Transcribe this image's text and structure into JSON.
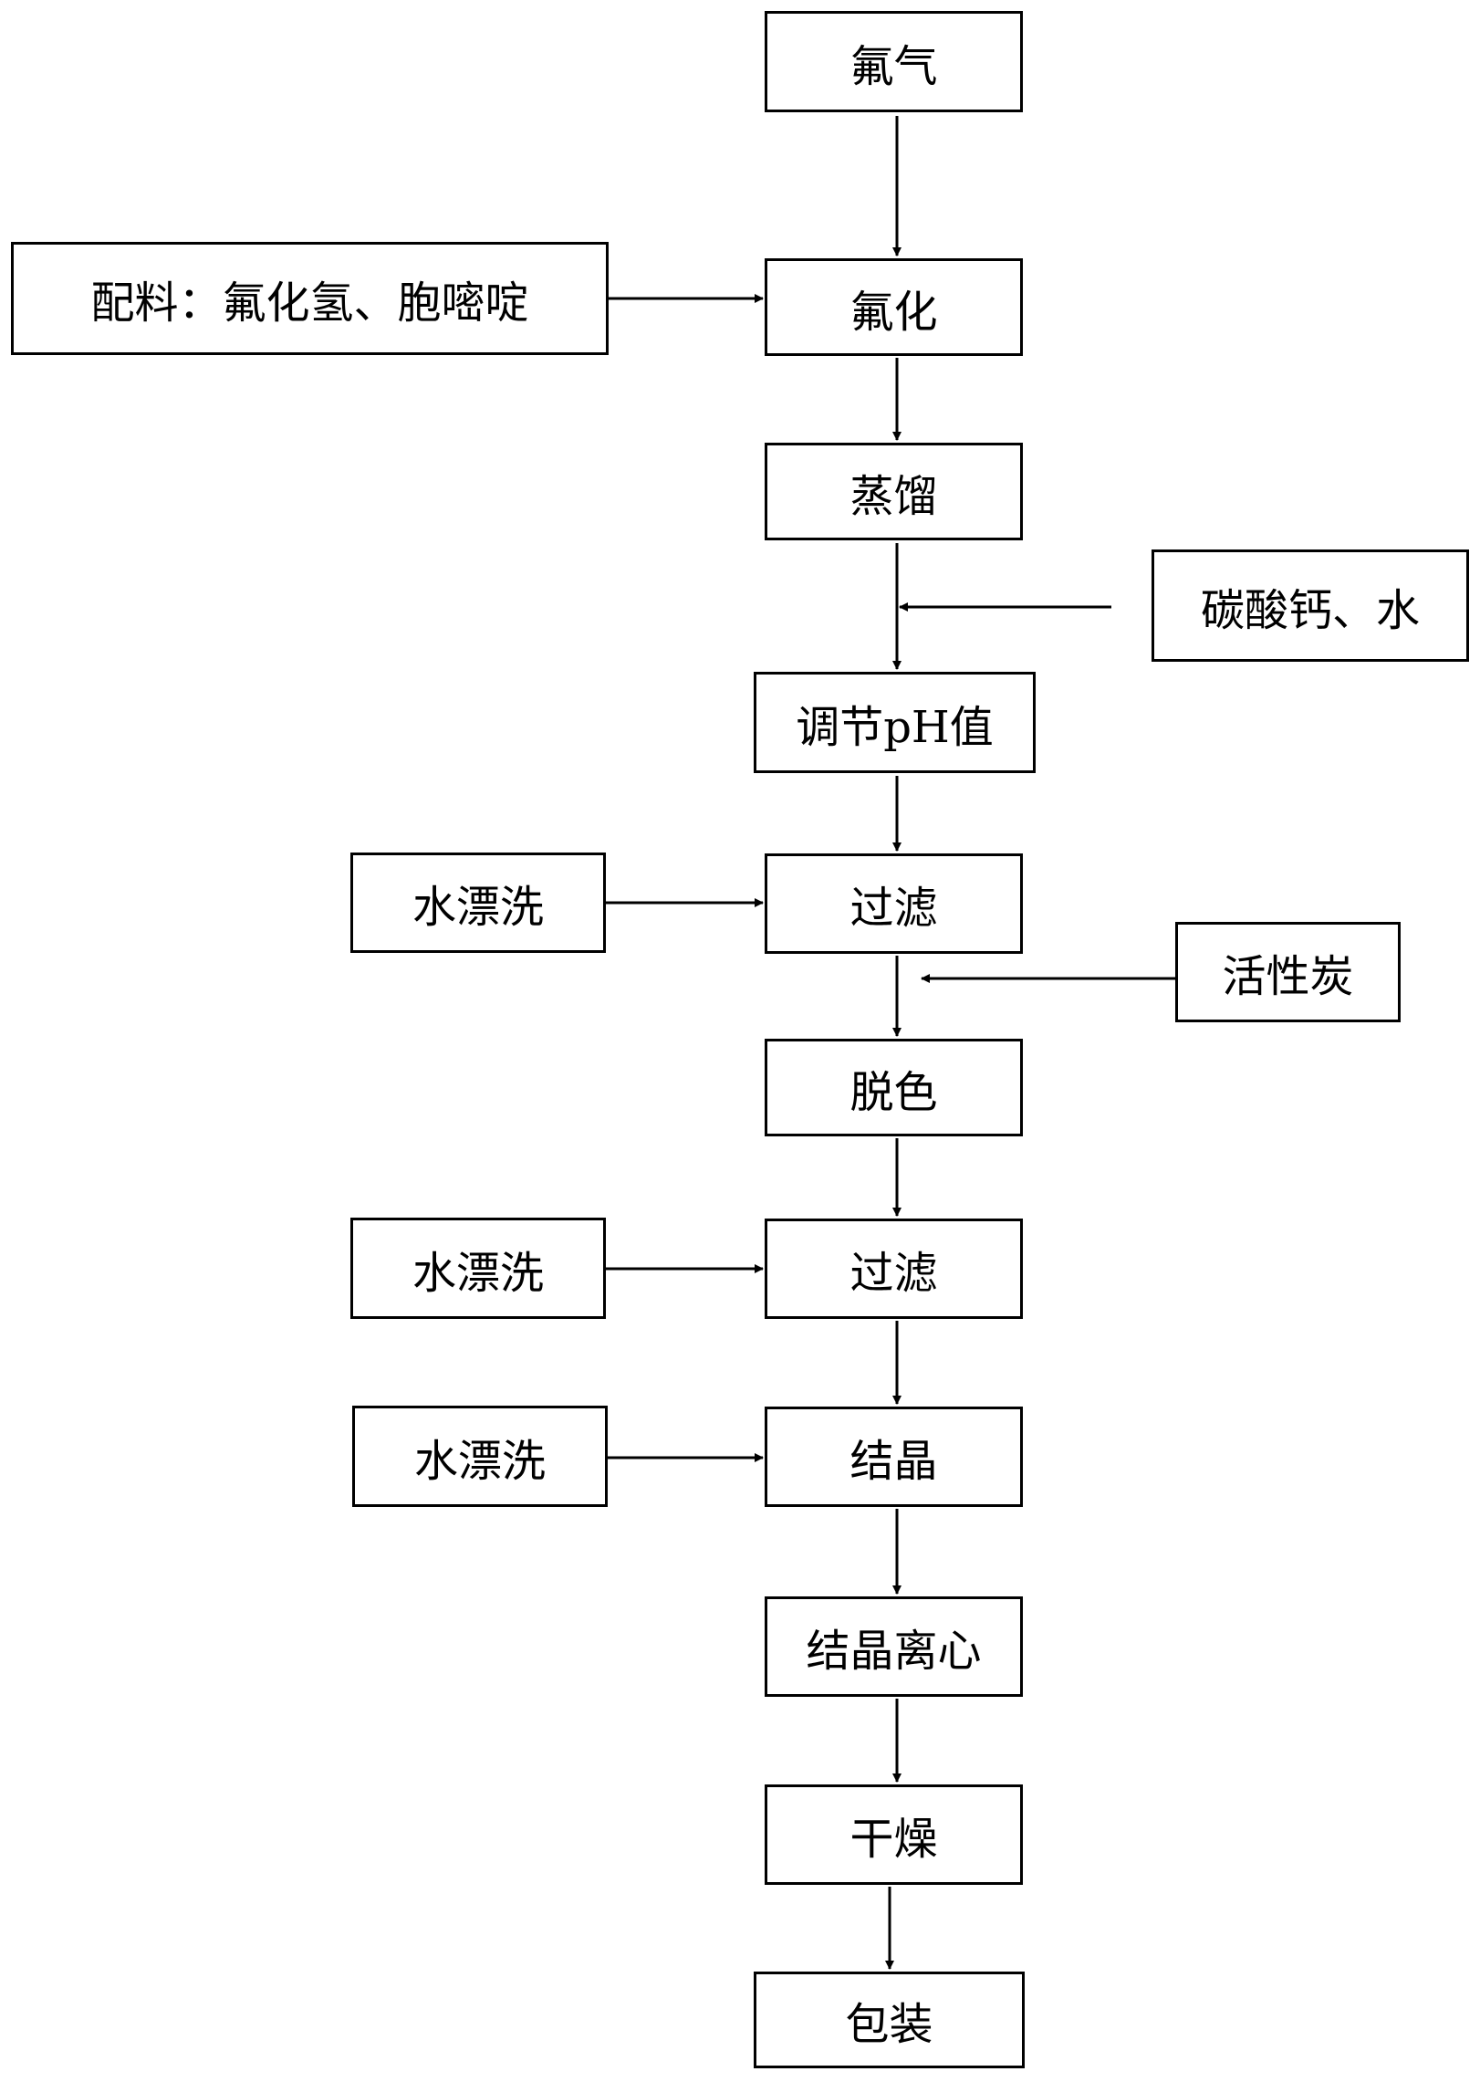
{
  "diagram": {
    "steps": [
      "氟气",
      "氟化",
      "蒸馏",
      "调节pH值",
      "过滤",
      "脱色",
      "过滤",
      "结晶",
      "结晶离心",
      "干燥",
      "包装"
    ],
    "inputs": [
      "配料：氟化氢、胞嘧啶",
      "碳酸钙、水",
      "水漂洗",
      "活性炭",
      "水漂洗",
      "水漂洗"
    ]
  }
}
